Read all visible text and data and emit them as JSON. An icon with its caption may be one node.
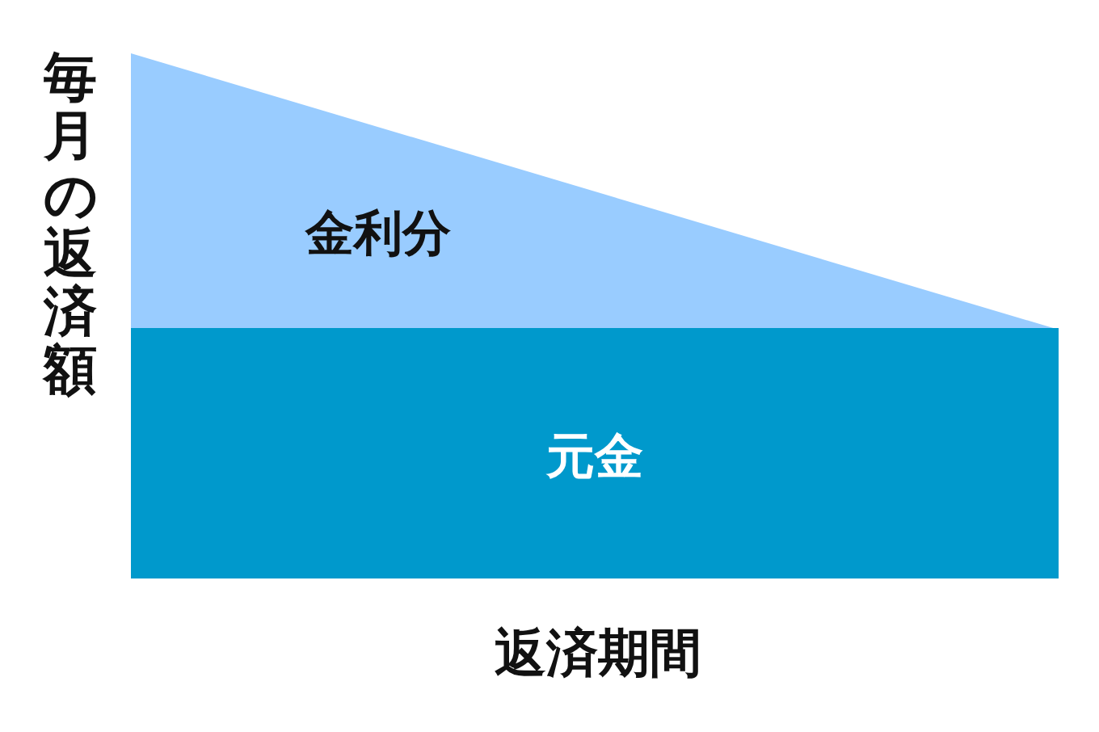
{
  "diagram": {
    "nodes": [
      {
        "text": [
          "金利分"
        ]
      },
      {
        "text": [
          "元金"
        ]
      }
    ],
    "labels": [
      "毎月の返済額",
      "返済期間"
    ]
  }
}
